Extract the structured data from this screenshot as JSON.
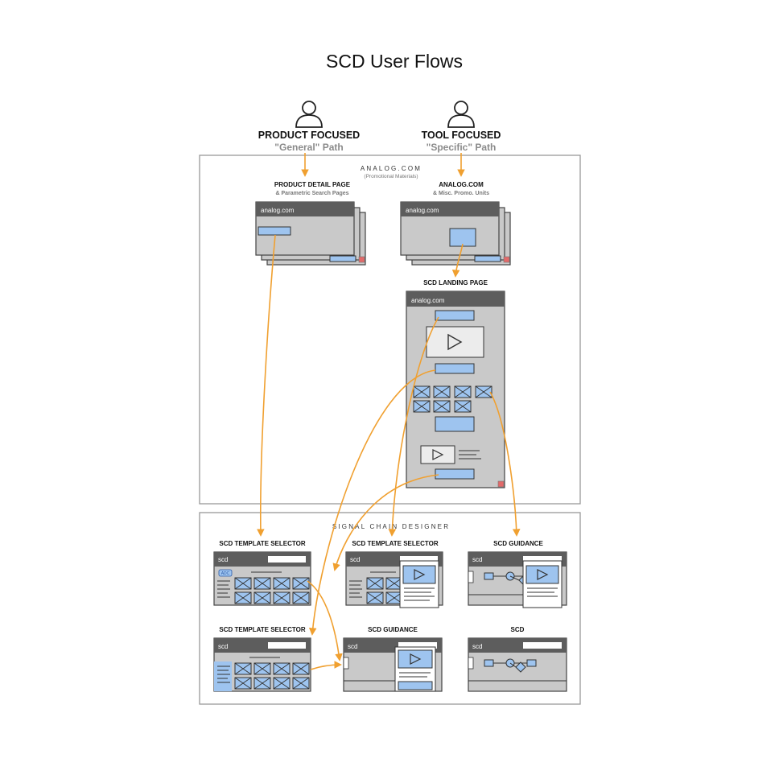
{
  "title": "SCD User Flows",
  "personas": [
    {
      "name": "PRODUCT FOCUSED",
      "path": "\"General\" Path",
      "icon": "user-icon"
    },
    {
      "name": "TOOL FOCUSED",
      "path": "\"Specific\" Path",
      "icon": "user-icon"
    }
  ],
  "sections": {
    "analog": {
      "title": "ANALOG.COM",
      "subtitle": "(Promotional Materials)"
    },
    "scd": {
      "title": "SIGNAL CHAIN DESIGNER"
    }
  },
  "nodes": {
    "product_detail": {
      "title": "PRODUCT DETAIL PAGE",
      "subtitle": "& Parametric Search Pages",
      "bar": "analog.com"
    },
    "analog_home": {
      "title": "ANALOG.COM",
      "subtitle": "& Misc. Promo. Units",
      "bar": "analog.com"
    },
    "landing": {
      "title": "SCD LANDING PAGE",
      "bar": "analog.com"
    },
    "template_selector_1": {
      "title": "SCD TEMPLATE SELECTOR",
      "bar": "scd",
      "badge": "ADC"
    },
    "template_selector_2": {
      "title": "SCD TEMPLATE SELECTOR",
      "bar": "scd"
    },
    "guidance_1": {
      "title": "SCD GUIDANCE",
      "bar": "scd"
    },
    "template_selector_3": {
      "title": "SCD TEMPLATE SELECTOR",
      "bar": "scd"
    },
    "guidance_2": {
      "title": "SCD GUIDANCE",
      "bar": "scd"
    },
    "scd": {
      "title": "SCD",
      "bar": "scd"
    }
  },
  "colors": {
    "arrow": "#f0a030",
    "accent": "#9ec4ef",
    "window": "#c9c9c9",
    "window_bar": "#5d5d5d"
  }
}
